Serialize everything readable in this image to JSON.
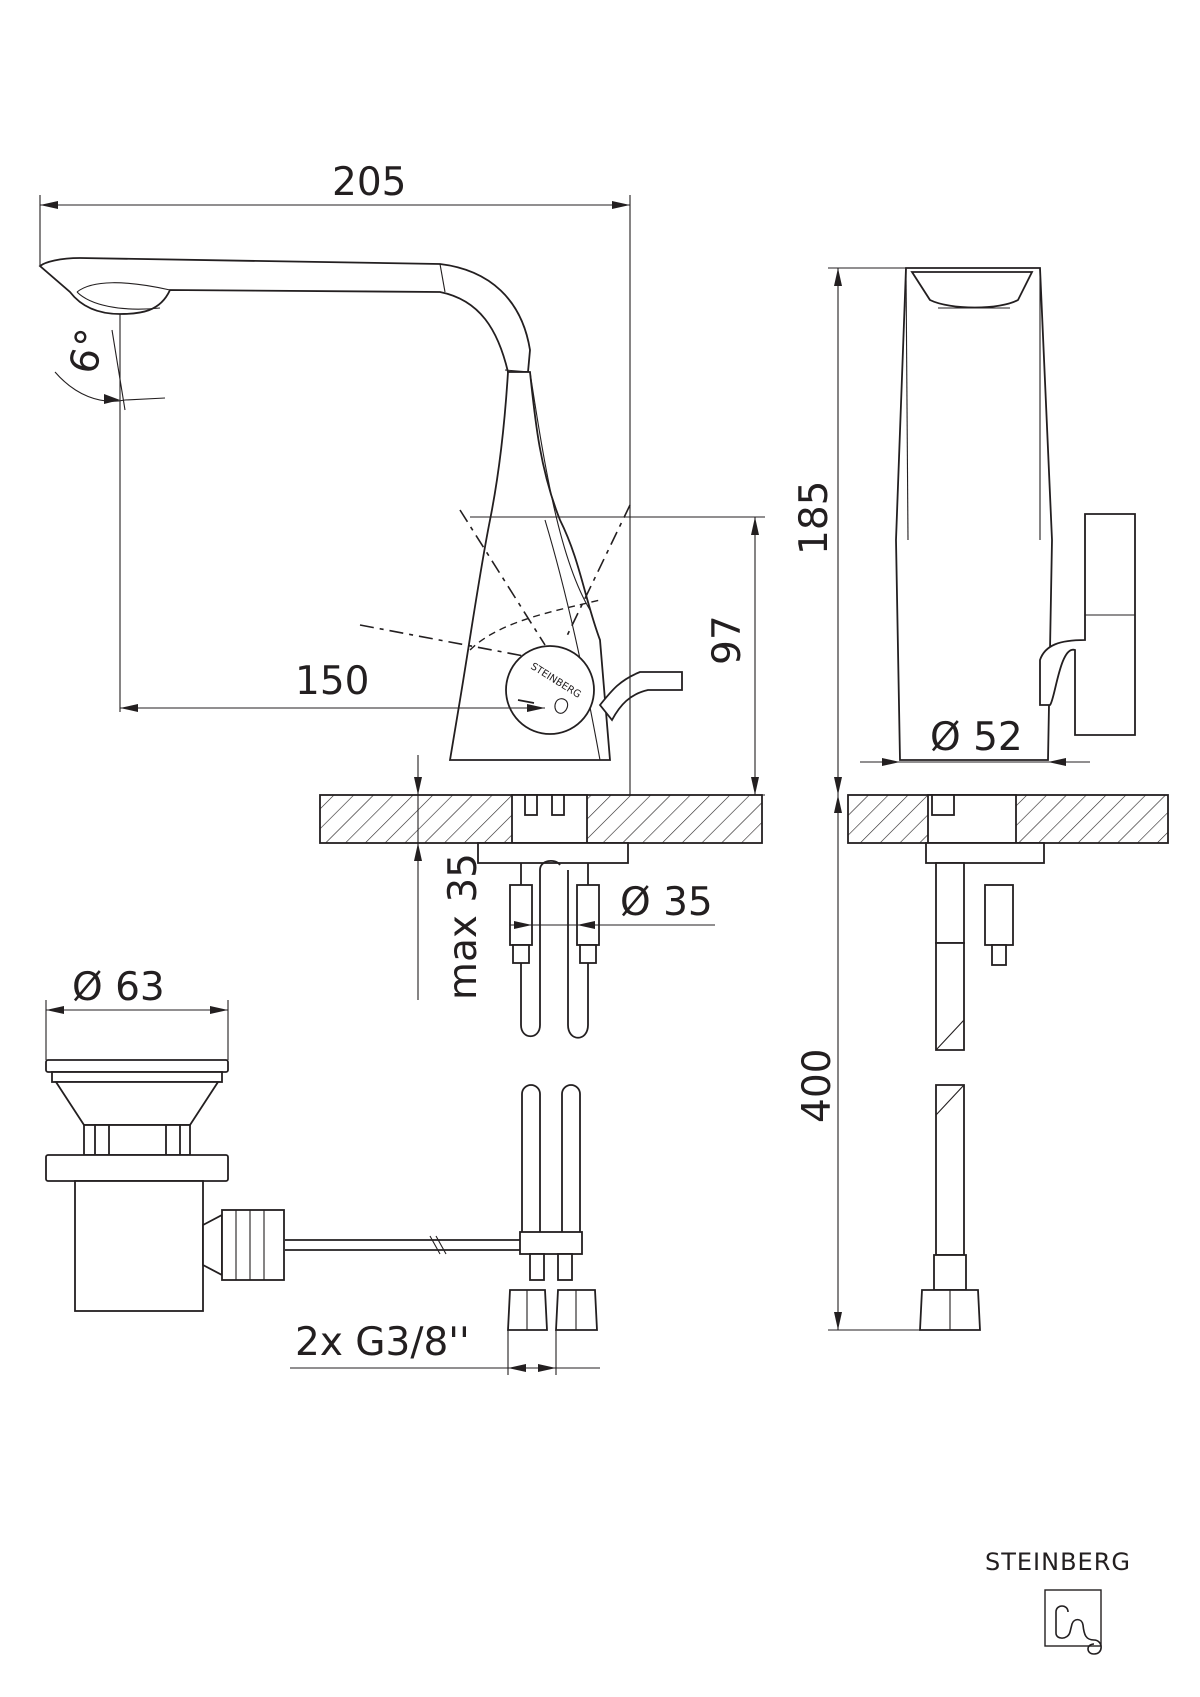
{
  "dimensions": {
    "spout_reach": "205",
    "spout_angle": "6°",
    "axis_to_spout": "150",
    "lever_height": "97",
    "overall_height": "185",
    "body_diameter": "Ø 52",
    "deck_thickness": "max 35",
    "connection_diameter": "Ø 35",
    "waste_diameter": "Ø 63",
    "hose_length": "400",
    "connections": "2x G3/8''"
  },
  "branding": {
    "handle_text": "STEINBERG",
    "logo_text": "STEINBERG"
  },
  "icons": [
    "steinberg-logo-icon"
  ]
}
